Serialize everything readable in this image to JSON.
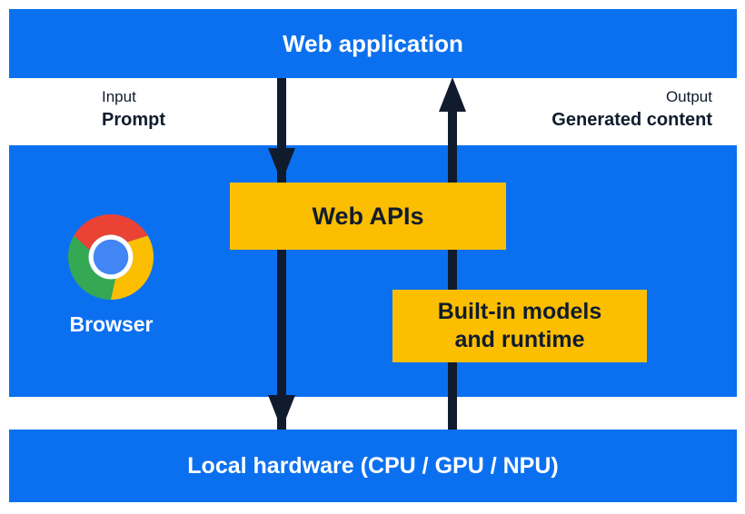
{
  "colors": {
    "background": "#ffffff",
    "bar_blue": "#0b70f0",
    "box_yellow": "#fcbe00",
    "arrow_and_dark_text": "#101c2e",
    "text_on_blue": "#ffffff",
    "chrome_red": "#ea4335",
    "chrome_green": "#34a853",
    "chrome_yellow": "#fcbe00",
    "chrome_blue": "#4285f4"
  },
  "layers": {
    "web_application": {
      "label": "Web application"
    },
    "io": {
      "input_title": "Input",
      "input_value": "Prompt",
      "output_title": "Output",
      "output_value": "Generated content"
    },
    "browser": {
      "label": "Browser",
      "logo_icon": "chrome-logo",
      "web_apis": {
        "label": "Web APIs"
      },
      "builtin": {
        "lines": [
          "Built-in models",
          "and runtime"
        ]
      }
    },
    "local_hardware": {
      "label": "Local hardware (CPU / GPU / NPU)"
    }
  },
  "arrows": [
    {
      "name": "input-flow",
      "direction": "down",
      "from": "Web application",
      "to": "Local hardware",
      "via": "Web APIs"
    },
    {
      "name": "output-flow",
      "direction": "up",
      "from": "Local hardware",
      "to": "Web application",
      "via": "Built-in models and runtime"
    }
  ]
}
